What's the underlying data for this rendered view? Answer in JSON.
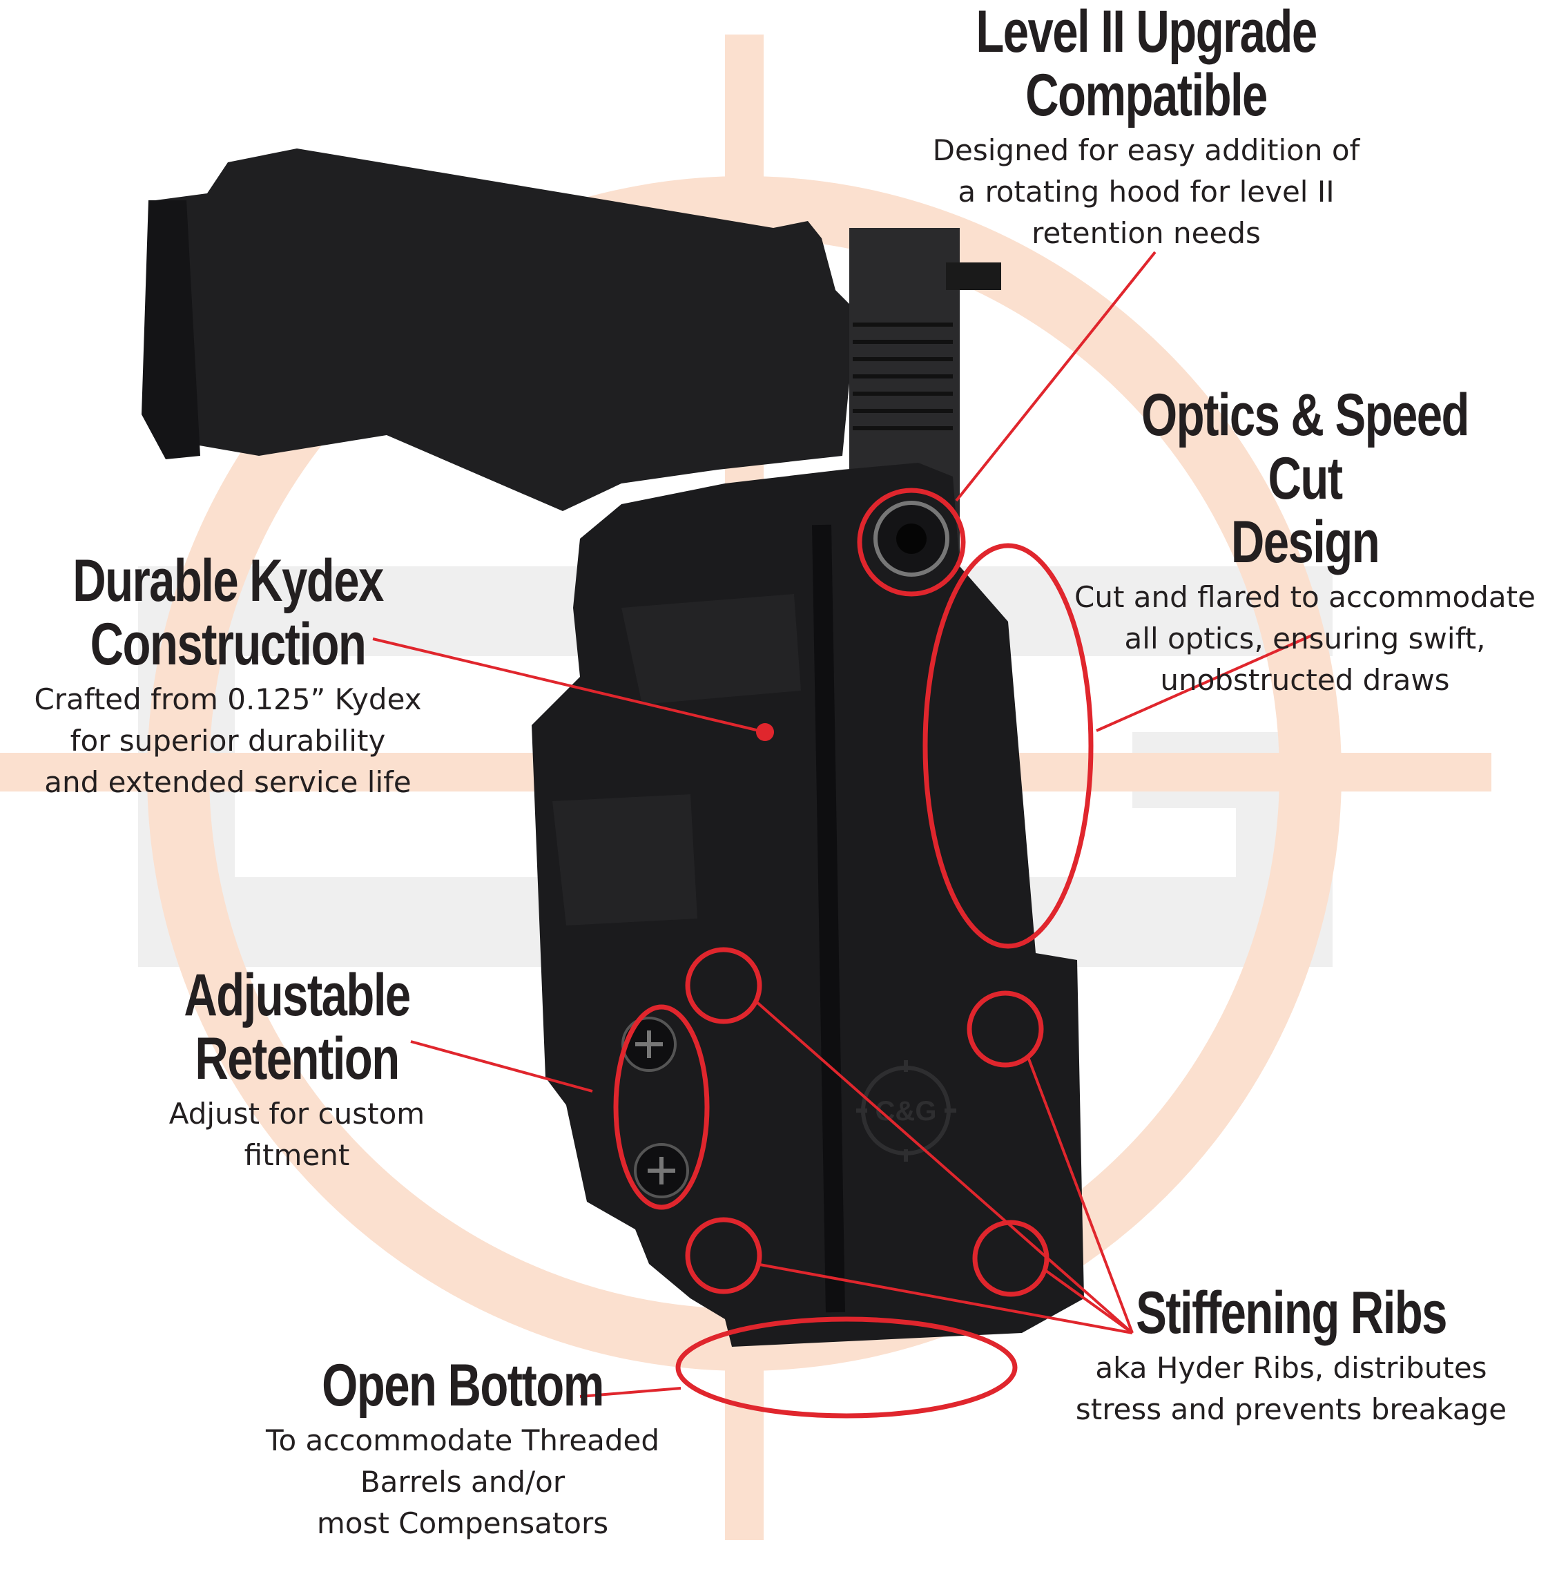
{
  "callouts": [
    {
      "id": "level2",
      "title_lines": [
        "Level II Upgrade",
        "Compatible"
      ],
      "body_lines": [
        "Designed for easy addition of",
        "a rotating hood for level II",
        "retention needs"
      ]
    },
    {
      "id": "optics",
      "title_lines": [
        "Optics & Speed Cut",
        "Design"
      ],
      "body_lines": [
        "Cut and flared to accommodate",
        "all optics, ensuring swift,",
        "unobstructed draws"
      ]
    },
    {
      "id": "kydex",
      "title_lines": [
        "Durable Kydex",
        "Construction"
      ],
      "body_lines": [
        "Crafted from 0.125” Kydex",
        "for superior durability",
        "and extended service life"
      ]
    },
    {
      "id": "retention",
      "title_lines": [
        "Adjustable",
        "Retention"
      ],
      "body_lines": [
        "Adjust for custom",
        "fitment"
      ]
    },
    {
      "id": "bottom",
      "title_lines": [
        "Open Bottom"
      ],
      "body_lines": [
        "To accommodate Threaded",
        "Barrels and/or",
        "most Compensators"
      ]
    },
    {
      "id": "ribs",
      "title_lines": [
        "Stiffening Ribs"
      ],
      "body_lines": [
        "aka Hyder Ribs, distributes",
        "stress and prevents breakage"
      ]
    }
  ],
  "logo": {
    "text": "C&G"
  },
  "colors": {
    "accent_red": "#e0262d",
    "crosshair": "#fbe0cf",
    "watermark": "#efefef",
    "holster": "#1b1b1d",
    "text": "#231f20"
  }
}
